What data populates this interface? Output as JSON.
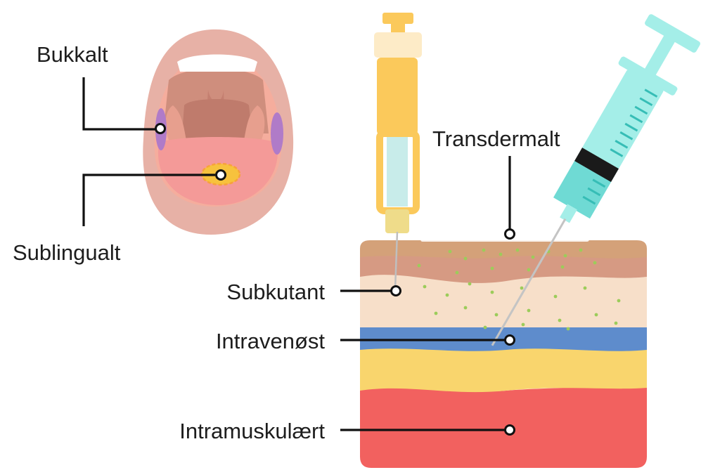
{
  "labels": {
    "buccal": "Bukkalt",
    "sublingual": "Sublingualt",
    "transdermal": "Transdermalt",
    "subcutaneous": "Subkutant",
    "intravenous": "Intravenøst",
    "intramuscular": "Intramuskulært"
  },
  "colors": {
    "lips": "#e7b1a6",
    "tongue": "#f49a98",
    "mucosa": "#f5ad9d",
    "buccal_site": "#b07bc8",
    "sublingual_site": "#f7c23d",
    "epidermis": "#d4a179",
    "dermis": "#d69a83",
    "subcutaneous_tissue": "#f7dfc9",
    "vein": "#5e8ccc",
    "fat": "#f9d56d",
    "muscle": "#f2615f",
    "syringe": "#a4eee8",
    "pen_injector": "#fbc95b",
    "drug_particles": "#9ccc5a"
  }
}
